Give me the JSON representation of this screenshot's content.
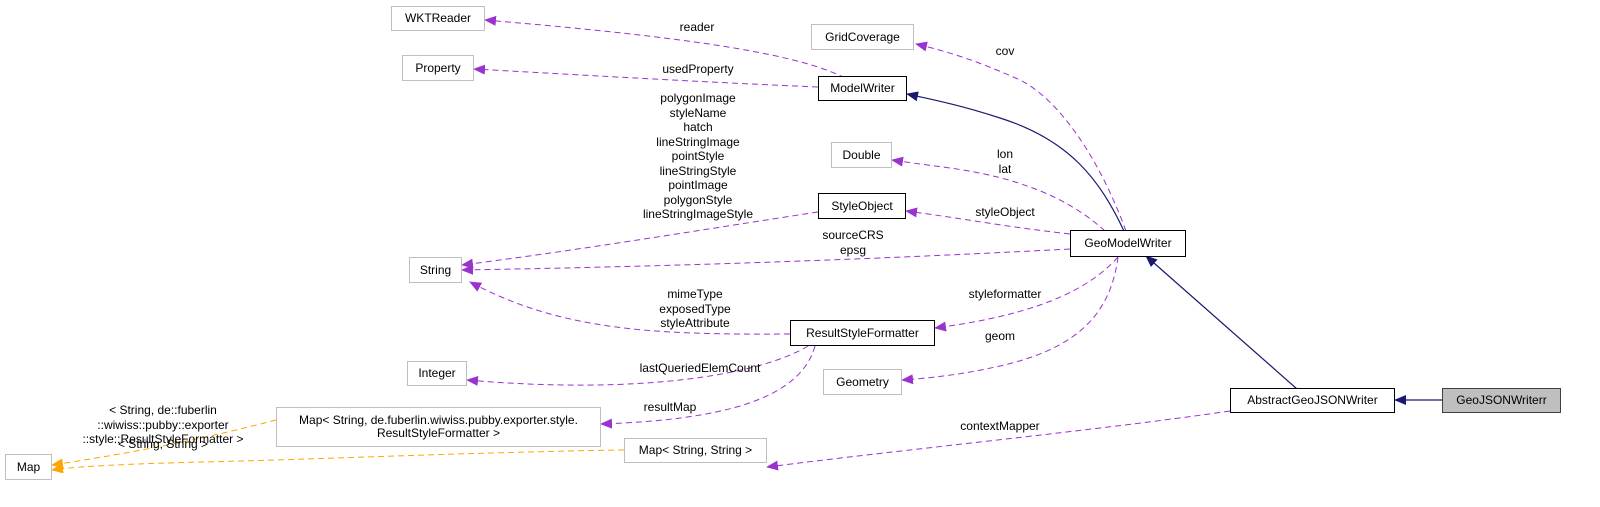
{
  "colors": {
    "inheritance": "#191970",
    "usage": "#9a32cd",
    "template": "#ffa500",
    "gray_border": "#bfbfbf",
    "selected_fill": "#bfbfbf"
  },
  "nodes": {
    "wktreader": "WKTReader",
    "property": "Property",
    "gridcoverage": "GridCoverage",
    "modelwriter": "ModelWriter",
    "double": "Double",
    "styleobject": "StyleObject",
    "string": "String",
    "geomodelwriter": "GeoModelWriter",
    "resultstyleformatter": "ResultStyleFormatter",
    "integer": "Integer",
    "geometry": "Geometry",
    "map_style_line1": "Map< String, de.fuberlin.wiwiss.pubby.exporter.style.",
    "map_style_line2": "ResultStyleFormatter >",
    "abstractgeojsonwriter": "AbstractGeoJSONWriter",
    "geojsonwriterr": "GeoJSONWriterr",
    "map": "Map",
    "map_string": "Map< String, String >"
  },
  "edges": {
    "reader": [
      "reader"
    ],
    "usedproperty": [
      "usedProperty"
    ],
    "cov": [
      "cov"
    ],
    "lonlat": [
      "lon",
      "lat"
    ],
    "styleobject": [
      "styleObject"
    ],
    "string_to_styleobject": [
      "polygonImage",
      "styleName",
      "hatch",
      "lineStringImage",
      "pointStyle",
      "lineStringStyle",
      "pointImage",
      "polygonStyle",
      "lineStringImageStyle"
    ],
    "string_to_geomodel": [
      "sourceCRS",
      "epsg"
    ],
    "string_to_formatter": [
      "mimeType",
      "exposedType",
      "styleAttribute"
    ],
    "styleformatter": [
      "styleformatter"
    ],
    "geom": [
      "geom"
    ],
    "lastqueried": [
      "lastQueriedElemCount"
    ],
    "resultmap": [
      "resultMap"
    ],
    "contextmapper": [
      "contextMapper"
    ],
    "map_template_formatter": [
      "< String, de::fuberlin",
      "::wiwiss::pubby::exporter",
      "::style::ResultStyleFormatter >"
    ],
    "map_template_string": [
      "< String, String >"
    ]
  }
}
